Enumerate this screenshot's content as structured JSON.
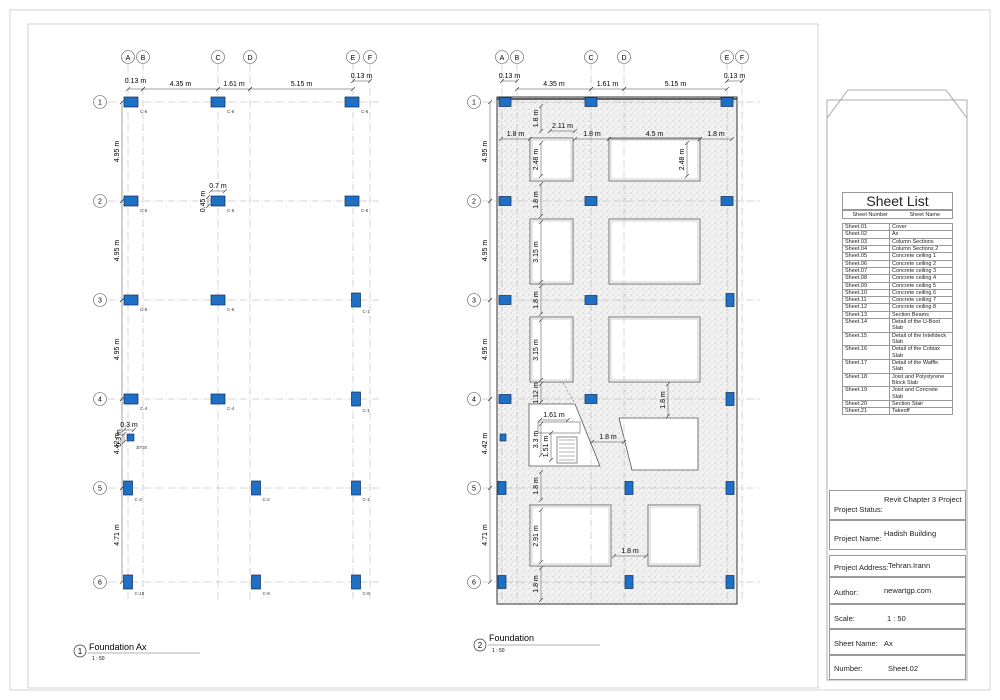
{
  "grid": {
    "columns": [
      "A",
      "B",
      "C",
      "D",
      "E",
      "F"
    ],
    "rows": [
      "1",
      "2",
      "3",
      "4",
      "5",
      "6"
    ]
  },
  "dimensions": {
    "top": [
      "0.13 m",
      "4.35 m",
      "1.61 m",
      "5.15 m",
      "0.13 m"
    ],
    "rows": [
      "4.95 m",
      "4.95 m",
      "4.95 m",
      "4.42 m",
      "4.71 m"
    ]
  },
  "view_left": {
    "title": "Foundation Ax",
    "number": "1",
    "scale": "1 : 50",
    "column_tags": [
      "C-6",
      "C-6",
      "C-6",
      "C-5",
      "C-5",
      "C-5",
      "C-5",
      "C-5",
      "C-1",
      "C-4",
      "C-4",
      "C-1",
      "C-3",
      "C-2",
      "C-1",
      "C-10",
      "C-9",
      "C-8"
    ],
    "detail_dims": [
      "0.7 m",
      "0.45 m",
      "0.3 m",
      "0.3 m"
    ],
    "detail_tag": "30*30"
  },
  "view_right": {
    "title": "Foundation",
    "number": "2",
    "scale": "1 : 50",
    "dims": [
      "1.8 m",
      "2.11 m",
      "1.8 m",
      "1.8 m",
      "4.5 m",
      "1.8 m",
      "2.48 m",
      "2.48 m",
      "1.8 m",
      "3.15 m",
      "1.8 m",
      "3.15 m",
      "1.12 m",
      "1.8 m",
      "1.61 m",
      "3.3 m",
      "1.51 m",
      "1.8 m",
      "1.8 m",
      "2.91 m",
      "1.8 m",
      "1.8 m"
    ]
  },
  "sheet_list": {
    "title": "Sheet List",
    "col_number": "Sheet Number",
    "col_name": "Sheet Name",
    "rows": [
      {
        "num": "Sheet.01",
        "name": "Cover"
      },
      {
        "num": "Sheet.02",
        "name": "Ax"
      },
      {
        "num": "Sheet 03",
        "name": "Column Sections"
      },
      {
        "num": "Sheet.04",
        "name": "Column Sections 2"
      },
      {
        "num": "Sheet.05",
        "name": "Concrete ceiling 1"
      },
      {
        "num": "Sheet.06",
        "name": "Concrete ceiling 2"
      },
      {
        "num": "Sheet.07",
        "name": "Concrete ceiling 3"
      },
      {
        "num": "Sheet.08",
        "name": "Concrete ceiling 4"
      },
      {
        "num": "Sheet.09",
        "name": "Concrete ceiling 5"
      },
      {
        "num": "Sheet.10",
        "name": "Concrete ceiling 6"
      },
      {
        "num": "Sheet.11",
        "name": "Concrete ceiling 7"
      },
      {
        "num": "Sheet.12",
        "name": "Concrete ceiling 8"
      },
      {
        "num": "Sheet.13",
        "name": "Section Beams"
      },
      {
        "num": "Sheet.14",
        "name": "Detail of the U-Boot Slab"
      },
      {
        "num": "Sheet.15",
        "name": "Detail of the Intelldeck Slab"
      },
      {
        "num": "Sheet.16",
        "name": "Detail of the Cobiax Slab"
      },
      {
        "num": "Sheet.17",
        "name": "Detail of the Waffle Slab"
      },
      {
        "num": "Sheet.18",
        "name": "Joist and Polystyrene Block Slab"
      },
      {
        "num": "Sheet.19",
        "name": "Joist and Concrete Slab"
      },
      {
        "num": "Sheet.20",
        "name": "Section Stair"
      },
      {
        "num": "Sheet.21",
        "name": "Takeoff"
      }
    ]
  },
  "project_info": {
    "status_label": "Project Status:",
    "status": "Revit Chapter 3 Project",
    "name_label": "Project Name:",
    "name": "Hadish Building",
    "address_label": "Project Address:",
    "address": "Tehran.Irann",
    "author_label": "Author:",
    "author": "newartgp.com",
    "scale_label": "Scale:",
    "scale": "1 : 50",
    "sheet_name_label": "Sheet Name:",
    "sheet_name": "Ax",
    "number_label": "Number:",
    "number": "Sheet.02"
  },
  "colors": {
    "column_fill": "#1f6fc4",
    "column_stroke": "#0b2d5a",
    "slab_hatch": "#d9d9d9"
  }
}
